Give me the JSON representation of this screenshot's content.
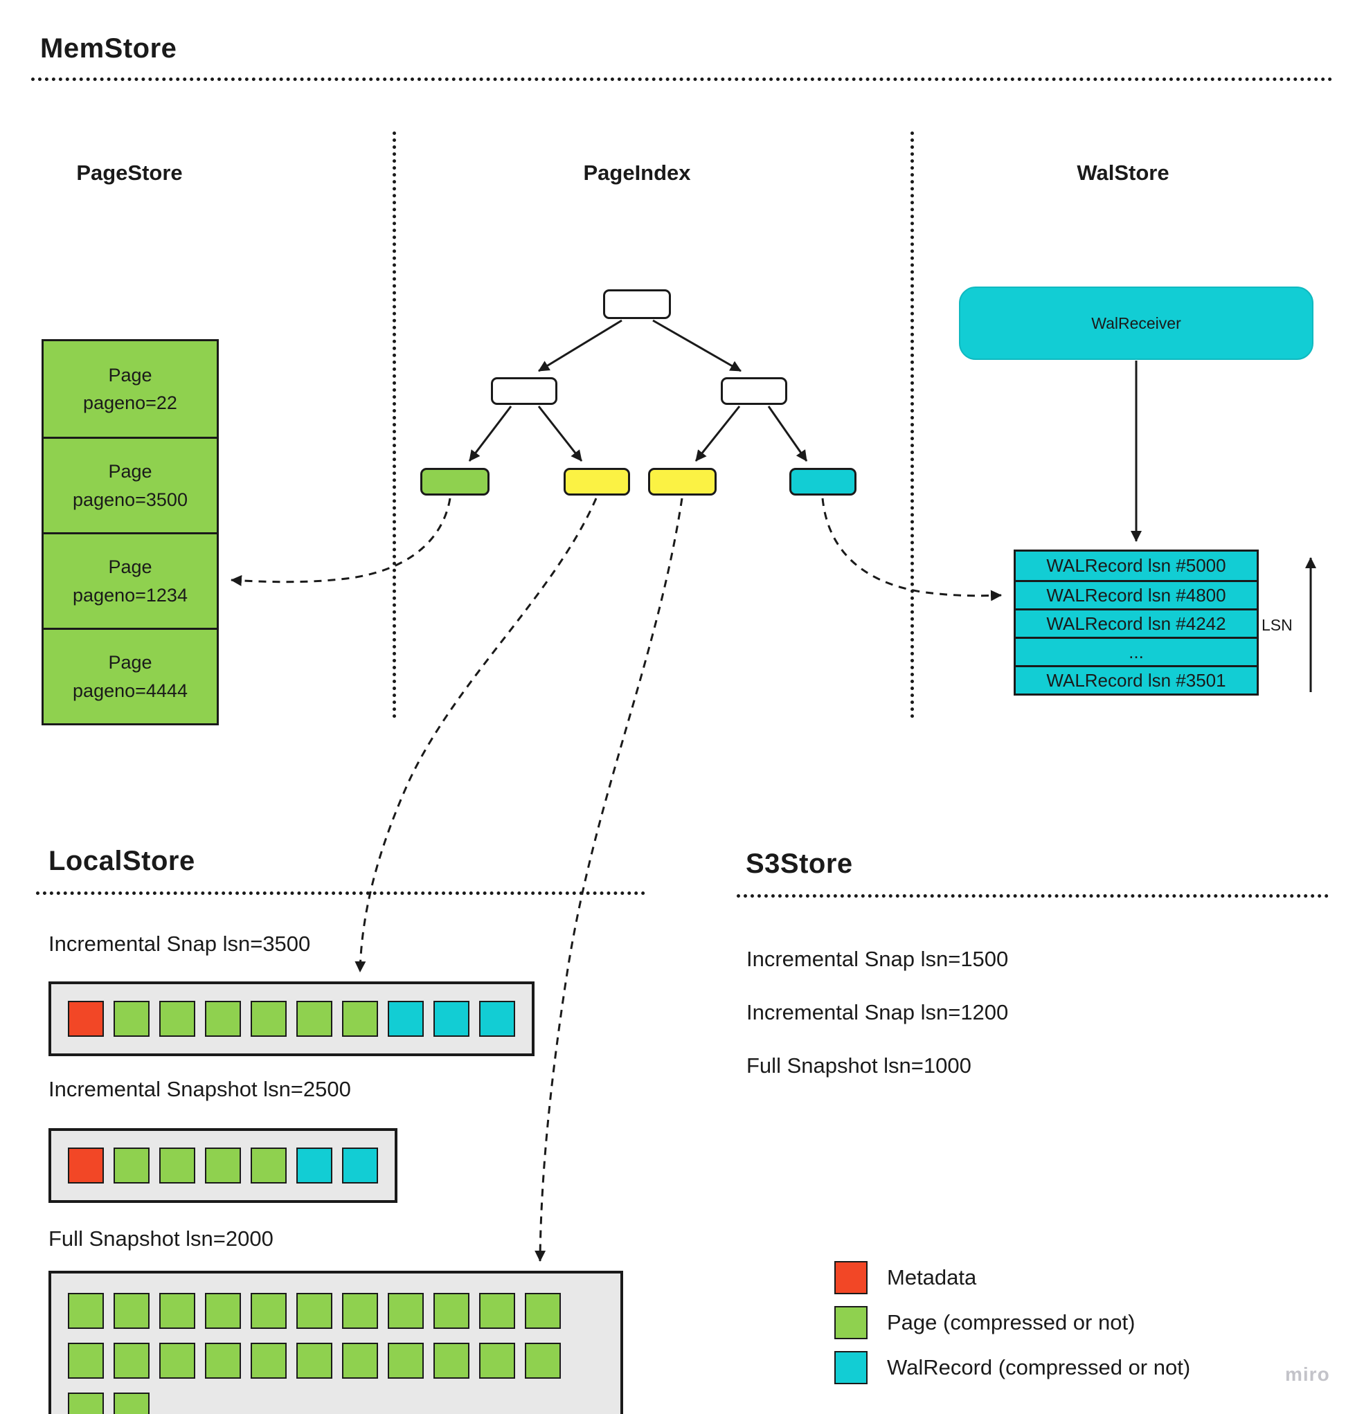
{
  "memstore": {
    "title": "MemStore",
    "pagestore": {
      "title": "PageStore",
      "pages": [
        {
          "line1": "Page",
          "line2": "pageno=22"
        },
        {
          "line1": "Page",
          "line2": "pageno=3500"
        },
        {
          "line1": "Page",
          "line2": "pageno=1234"
        },
        {
          "line1": "Page",
          "line2": "pageno=4444"
        }
      ]
    },
    "pageindex": {
      "title": "PageIndex"
    },
    "walstore": {
      "title": "WalStore",
      "wal_receiver": "WalReceiver",
      "wal_records": [
        "WALRecord lsn #5000",
        "WALRecord lsn #4800",
        "WALRecord lsn #4242",
        "...",
        "WALRecord lsn #3501"
      ],
      "lsn_label": "LSN"
    }
  },
  "localstore": {
    "title": "LocalStore",
    "snap3500": {
      "label": "Incremental Snap lsn=3500",
      "cells": [
        "metadata",
        "page",
        "page",
        "page",
        "page",
        "page",
        "page",
        "wal",
        "wal",
        "wal"
      ]
    },
    "snap2500": {
      "label": "Incremental Snapshot lsn=2500",
      "cells": [
        "metadata",
        "page",
        "page",
        "page",
        "page",
        "wal",
        "wal"
      ]
    },
    "snap2000": {
      "label": "Full Snapshot lsn=2000",
      "cells": [
        "page",
        "page",
        "page",
        "page",
        "page",
        "page",
        "page",
        "page",
        "page",
        "page",
        "page",
        "page",
        "page",
        "page",
        "page",
        "page",
        "page",
        "page",
        "page",
        "page",
        "page",
        "page",
        "page",
        "page"
      ]
    }
  },
  "s3store": {
    "title": "S3Store",
    "items": [
      "Incremental Snap lsn=1500",
      "Incremental Snap lsn=1200",
      "Full Snapshot lsn=1000"
    ]
  },
  "legend": {
    "items": [
      {
        "color": "metadata",
        "label": "Metadata"
      },
      {
        "color": "page",
        "label": "Page (compressed or not)"
      },
      {
        "color": "wal",
        "label": "WalRecord (compressed or not)"
      }
    ]
  },
  "watermark": "miro",
  "colors": {
    "metadata": "#F24726",
    "page": "#8FD14F",
    "wal": "#12CDD4",
    "index_yellow": "#FBF244",
    "container_gray": "#E8E8E8"
  }
}
